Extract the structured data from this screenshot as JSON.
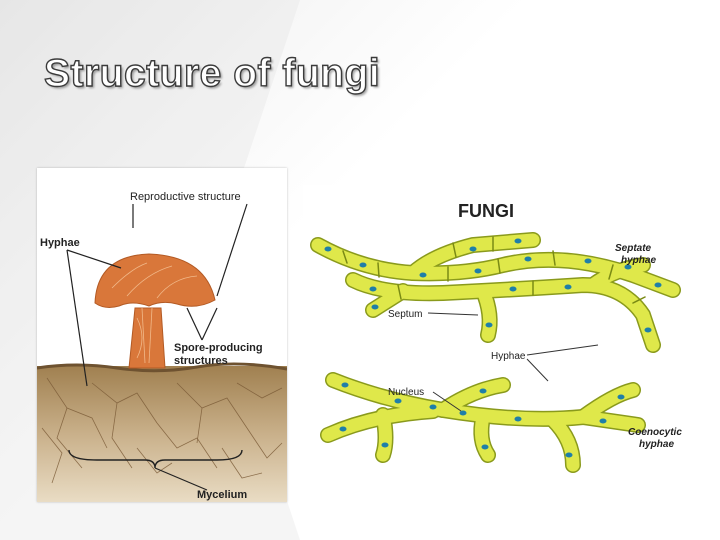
{
  "slide": {
    "title": "Structure of fungi"
  },
  "mushroom_figure": {
    "labels": {
      "reproductive_structure": "Reproductive structure",
      "hyphae": "Hyphae",
      "spore_producing_line1": "Spore-producing",
      "spore_producing_line2": "structures",
      "mycelium": "Mycelium"
    }
  },
  "hyphae_figure": {
    "title": "FUNGI",
    "labels": {
      "septate_line1": "Septate",
      "septate_line2": "hyphae",
      "septum": "Septum",
      "hyphae": "Hyphae",
      "nucleus": "Nucleus",
      "coenocytic_line1": "Coenocytic",
      "coenocytic_line2": "hyphae"
    }
  },
  "colors": {
    "mushroom": "#d9773a",
    "soil": "#8c6a3f",
    "hypha_fill": "#dfe84a",
    "nucleus": "#1f7fa8"
  }
}
